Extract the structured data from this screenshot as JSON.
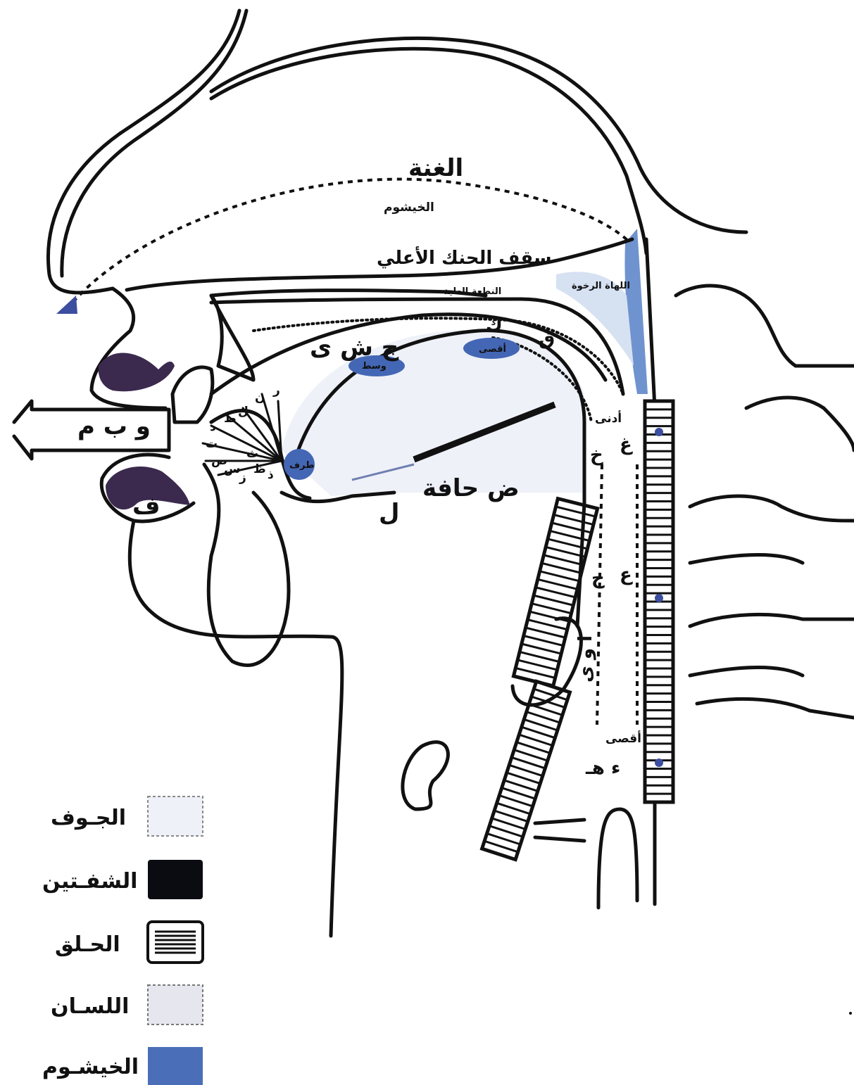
{
  "labels": {
    "ghunna": "الغنة",
    "khayshum": "الخيشوم",
    "roof": "سقف الحنك الأعلي",
    "nitaa_ilthawiya": "النطعة العلية",
    "lahat": "اللهاة الرخوة",
    "jeem_sheen_yaa": "ج ش ى",
    "kaaf": "ك",
    "qaaf": "ق",
    "waw_baa_meem": "و ب م",
    "faa": "ف",
    "daad_haffa": "ض حافة",
    "laam": "ل",
    "wasat": "وسط",
    "aqsa_lisan": "أقصى",
    "taraf": "طرف",
    "adna": "أدنى",
    "ghain_khaa_1": "غ",
    "khaa_1": "خ",
    "ain": "ع",
    "haa_mid": "ح",
    "alif_waw_yaa": "ا و ى",
    "aqsa": "أقصى",
    "hamza_haa": "ء هـ",
    "tongue_tip_letters": [
      "ر",
      "ن",
      "ل",
      "ط",
      "د",
      "ت",
      "ص",
      "س",
      "ز",
      "ظ",
      "ذ",
      "ث"
    ]
  },
  "legend": [
    {
      "label": "الجـوف",
      "swatch": "jawf",
      "color": "#eef1f8"
    },
    {
      "label": "الشفـتين",
      "swatch": "shafatayn",
      "color": "#0b0b12"
    },
    {
      "label": "الحـلق",
      "swatch": "halq",
      "color": "#ffffff"
    },
    {
      "label": "اللسـان",
      "swatch": "lisan",
      "color": "#e6e6ee"
    },
    {
      "label": "الخيشـوم",
      "swatch": "khayshum",
      "color": "#4a6fb8"
    }
  ],
  "colors": {
    "nasal_blue": "#6f93cf",
    "deep_blue": "#4467b5",
    "lip_purple": "#3b2a4e",
    "tongue_fill": "#e9ebf3"
  }
}
